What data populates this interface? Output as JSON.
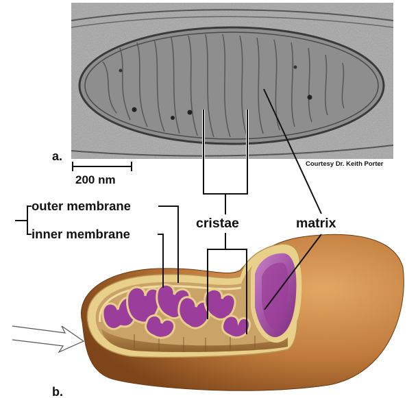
{
  "figure": {
    "panel_a_letter": "a.",
    "panel_b_letter": "b.",
    "scale_bar_label": "200 nm",
    "credit": "Courtesy Dr. Keith Porter",
    "labels": {
      "outer_membrane": "outer membrane",
      "inner_membrane": "inner membrane",
      "cristae": "cristae",
      "matrix": "matrix"
    },
    "colors": {
      "micrograph_gray": "#9a9a9a",
      "outer_surface": "#c8884a",
      "outer_surface_dark": "#8a4f1e",
      "membrane_cream": "#e8cf8a",
      "intermembrane_tan": "#c9a368",
      "cristae_purple": "#9b3d9a",
      "matrix_purple": "#a64aa6",
      "leader_line": "#111111"
    }
  }
}
